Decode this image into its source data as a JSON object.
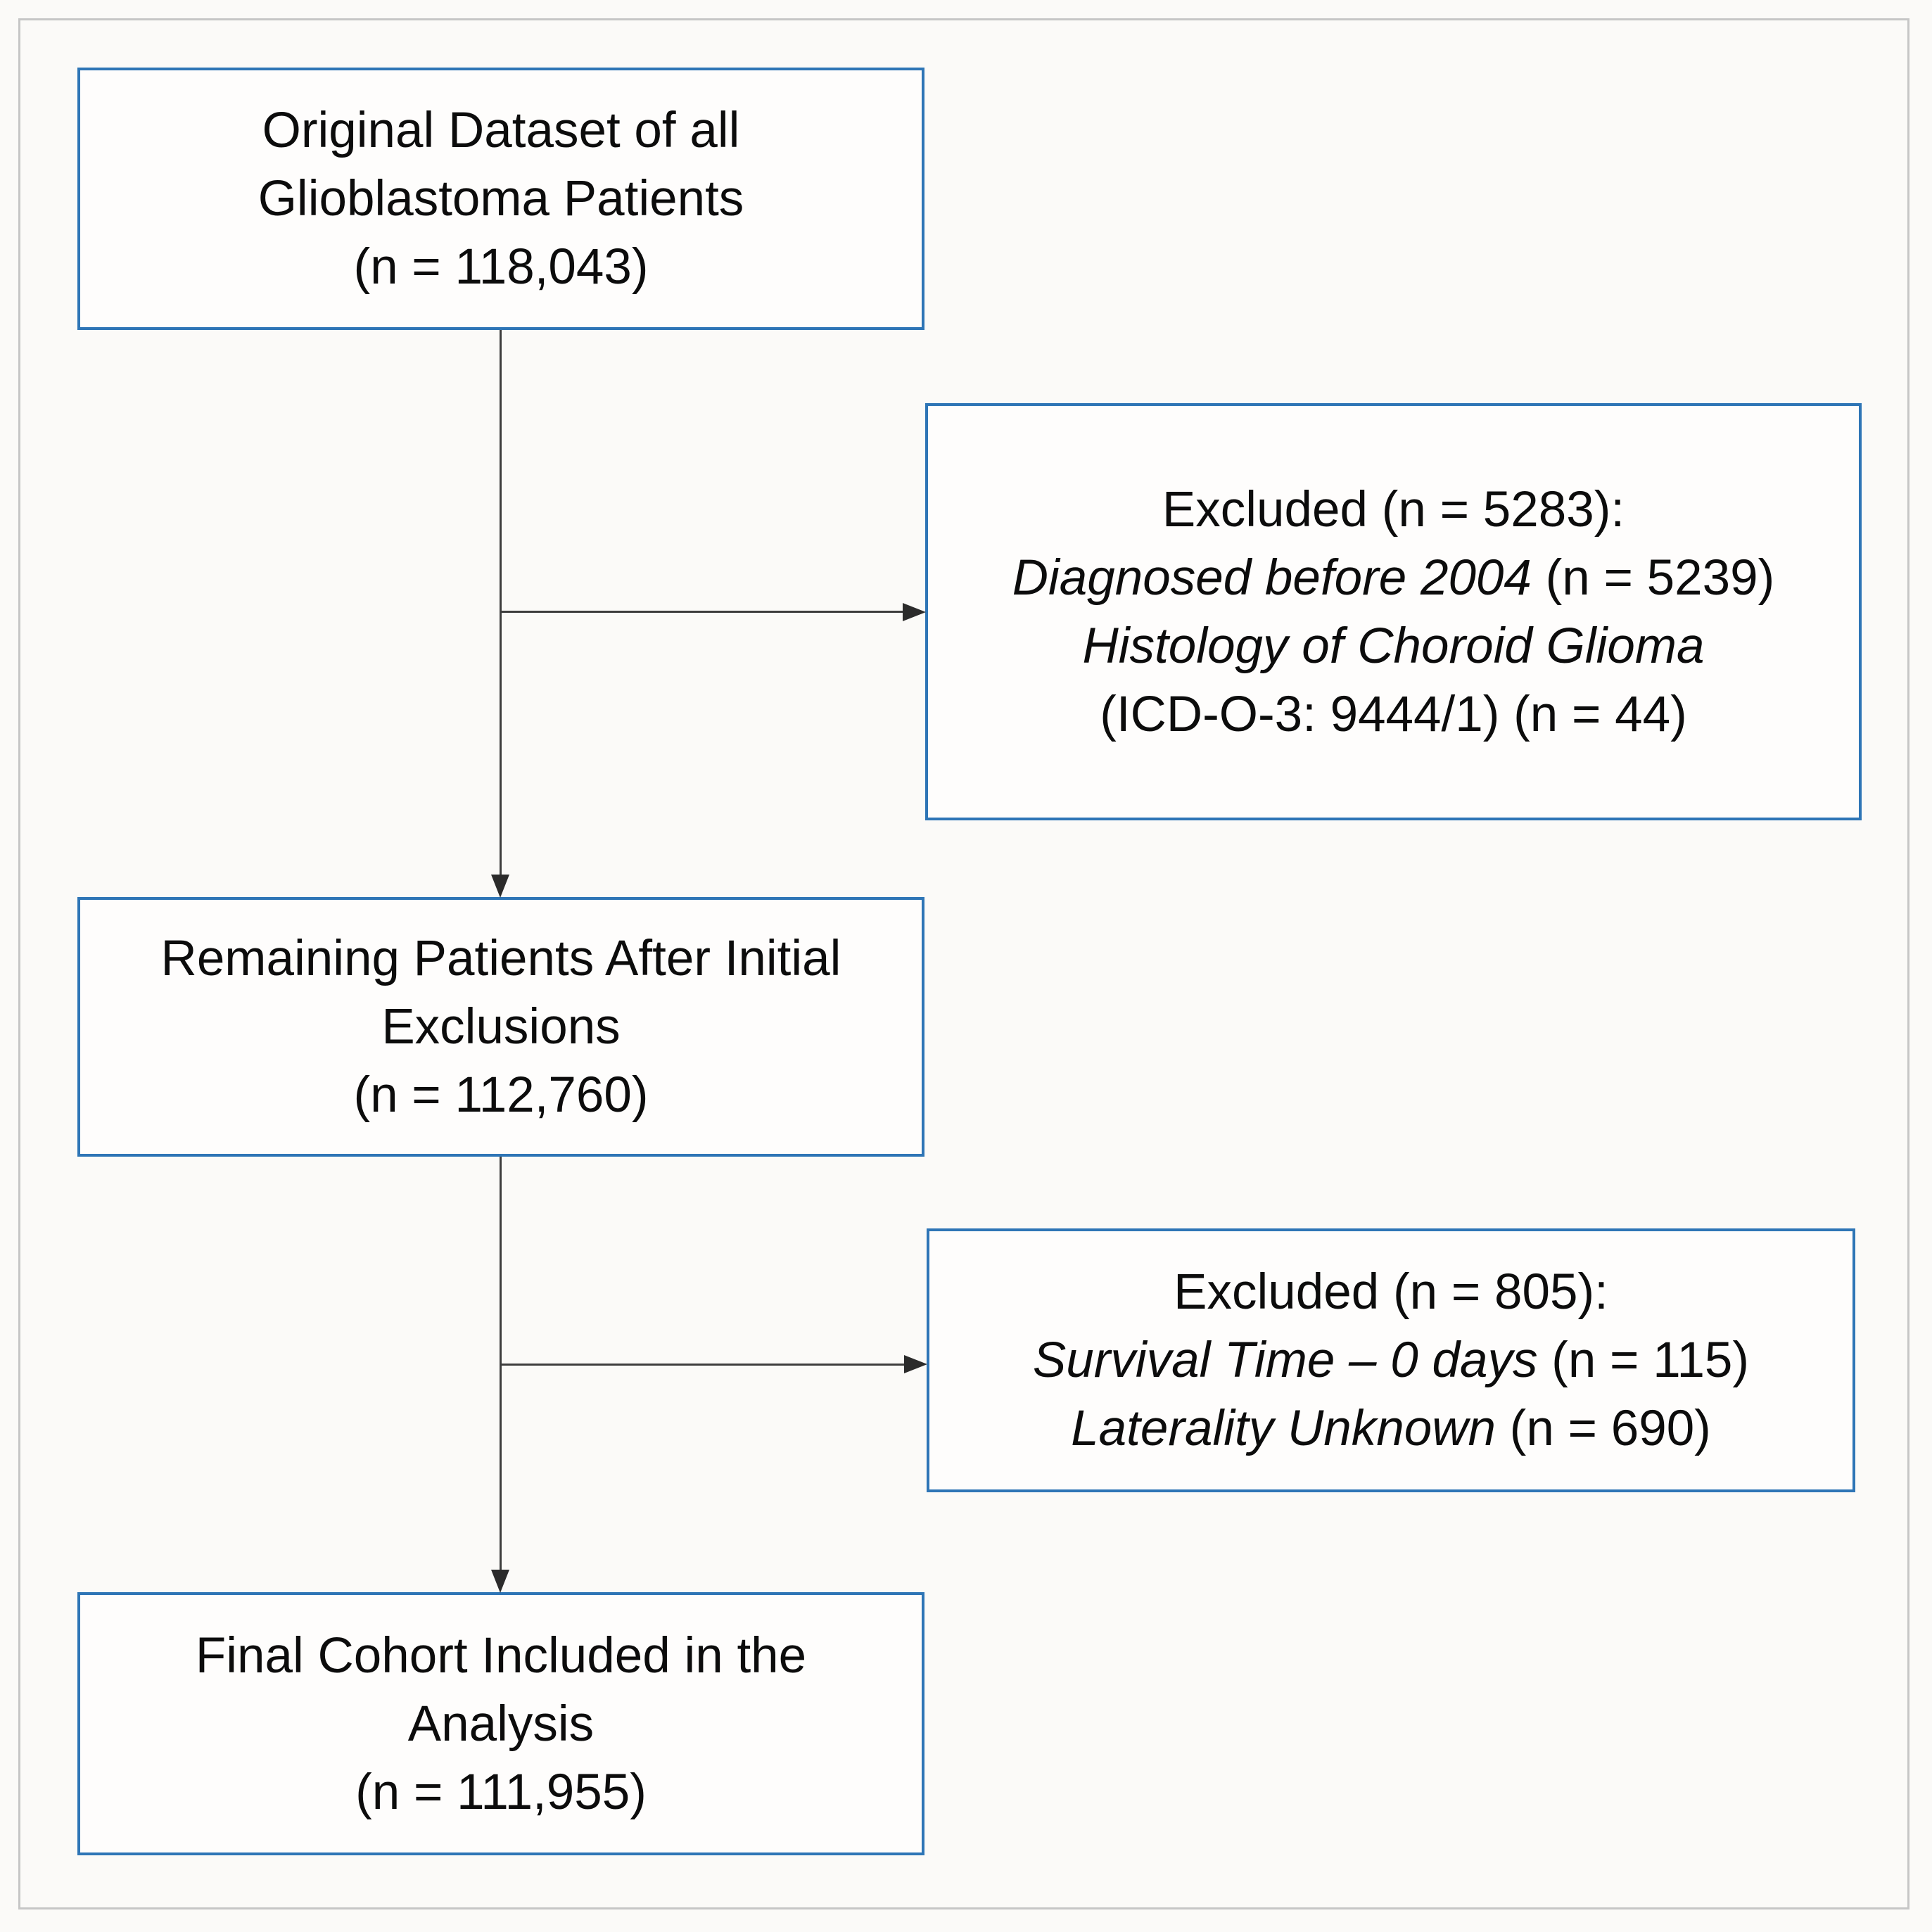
{
  "figure": {
    "type": "patient-flow-diagram",
    "boxes": {
      "original": {
        "line1": "Original Dataset of all",
        "line2": "Glioblastoma Patients",
        "line3": "(n = 118,043)"
      },
      "excluded_initial": {
        "line1": "Excluded (n = 5283):",
        "line2_reason": "Diagnosed before 2004",
        "line2_count": " (n = 5239)",
        "line3_reason": "Histology of Choroid Glioma",
        "line4": "(ICD-O-3: 9444/1) (n = 44)"
      },
      "remaining": {
        "line1": "Remaining Patients After Initial",
        "line2": "Exclusions",
        "line3": "(n = 112,760)"
      },
      "excluded_second": {
        "line1": "Excluded (n = 805):",
        "line2_reason": "Survival Time – 0 days",
        "line2_count": " (n = 115)",
        "line3_reason": "Laterality Unknown",
        "line3_count": " (n = 690)"
      },
      "final": {
        "line1": "Final Cohort Included in the",
        "line2": "Analysis",
        "line3": "(n = 111,955)"
      }
    },
    "edges": [
      {
        "from": "original",
        "to": "remaining",
        "style": "arrow-down"
      },
      {
        "from": "original-remaining-connector",
        "to": "excluded_initial",
        "style": "arrow-right"
      },
      {
        "from": "remaining",
        "to": "final",
        "style": "arrow-down"
      },
      {
        "from": "remaining-final-connector",
        "to": "excluded_second",
        "style": "arrow-right"
      }
    ],
    "colors": {
      "box_border": "#2e75b6",
      "box_fill": "#fefdfc",
      "arrow": "#3d3d3d",
      "arrowhead": "#2b2b2b",
      "background": "#fbfaf8",
      "frame_border": "#c6c6c6",
      "text": "#0c0c0c"
    }
  }
}
